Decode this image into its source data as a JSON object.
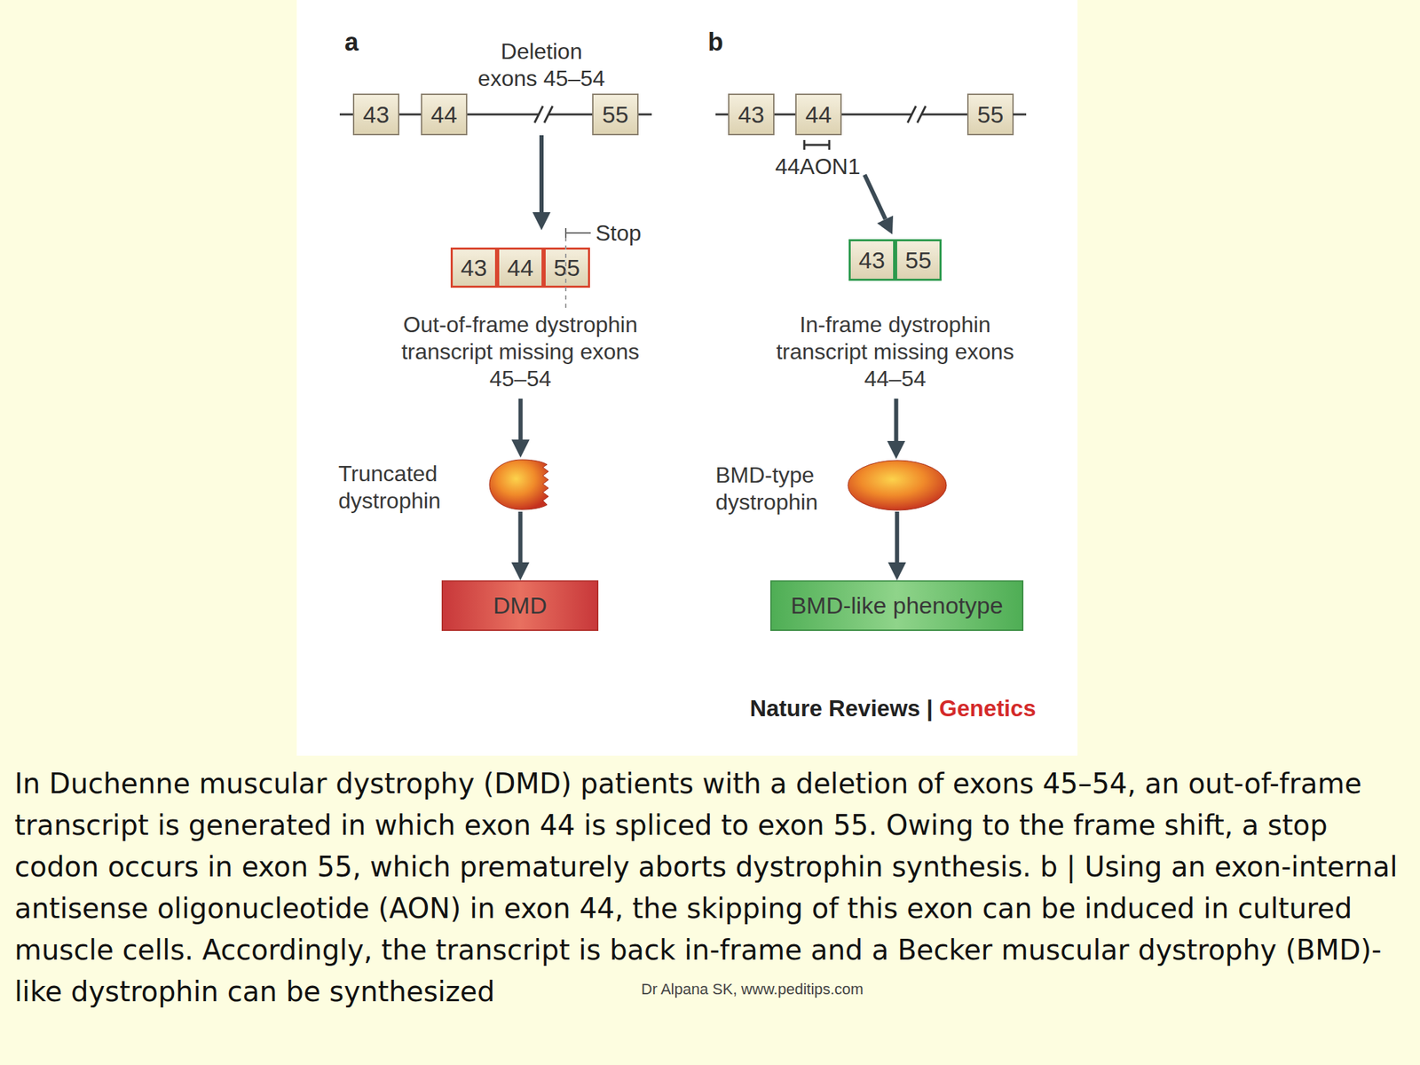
{
  "diagram": {
    "caption": "In Duchenne muscular dystrophy (DMD) patients with a deletion of exons 45–54, an out-of-frame transcript is generated in which exon 44 is spliced to exon 55. Owing to the frame shift, a stop codon occurs in exon 55, which prematurely aborts dystrophin synthesis. b | Using an exon-internal antisense oligonucleotide (AON) in exon 44, the skipping of this exon can be induced in cultured muscle cells. Accordingly, the transcript is back in-frame and a Becker muscular dystrophy (BMD)-like dystrophin can be synthesized",
    "nodes": [
      {
        "text": [
          "43"
        ]
      },
      {
        "text": [
          "44"
        ]
      },
      {
        "text": [
          "55"
        ]
      },
      {
        "text": [
          "Out-of-frame dystrophin transcript missing exons 45–54"
        ]
      },
      {
        "text": [
          "43"
        ],
        "in": 3
      },
      {
        "text": [
          "44"
        ],
        "in": 3
      },
      {
        "text": [
          "55"
        ],
        "in": 3
      },
      {
        "text": [
          "Truncated dystrophin"
        ]
      },
      {
        "text": [
          "DMD"
        ]
      },
      {
        "text": [
          "43"
        ]
      },
      {
        "text": [
          "44"
        ]
      },
      {
        "text": [
          "55"
        ]
      },
      {
        "text": [
          "In-frame dystrophin transcript missing exons 44–54"
        ]
      },
      {
        "text": [
          "43"
        ],
        "in": 12
      },
      {
        "text": [
          "55"
        ],
        "in": 12
      },
      {
        "text": [
          "BMD-type dystrophin"
        ]
      },
      {
        "text": [
          "BMD-like phenotype"
        ]
      }
    ],
    "edges": [
      {
        "from": 0,
        "to": 1,
        "arrow": "none"
      },
      {
        "from": 1,
        "to": 2,
        "arrow": "none"
      },
      {
        "from": 3,
        "to": 7,
        "arrow": "to"
      },
      {
        "from": 7,
        "to": 8,
        "arrow": "to"
      },
      {
        "from": 9,
        "to": 10,
        "arrow": "none"
      },
      {
        "from": 10,
        "to": 11,
        "arrow": "none"
      },
      {
        "from": 12,
        "to": 15,
        "arrow": "to"
      },
      {
        "from": 15,
        "to": 16,
        "arrow": "to"
      }
    ],
    "labels": [
      "a",
      "Deletion exons 45–54",
      "Stop",
      "b",
      "44AON1",
      "Nature Reviews |",
      "Genetics",
      "Dr Alpana SK, www.peditips.com"
    ]
  }
}
